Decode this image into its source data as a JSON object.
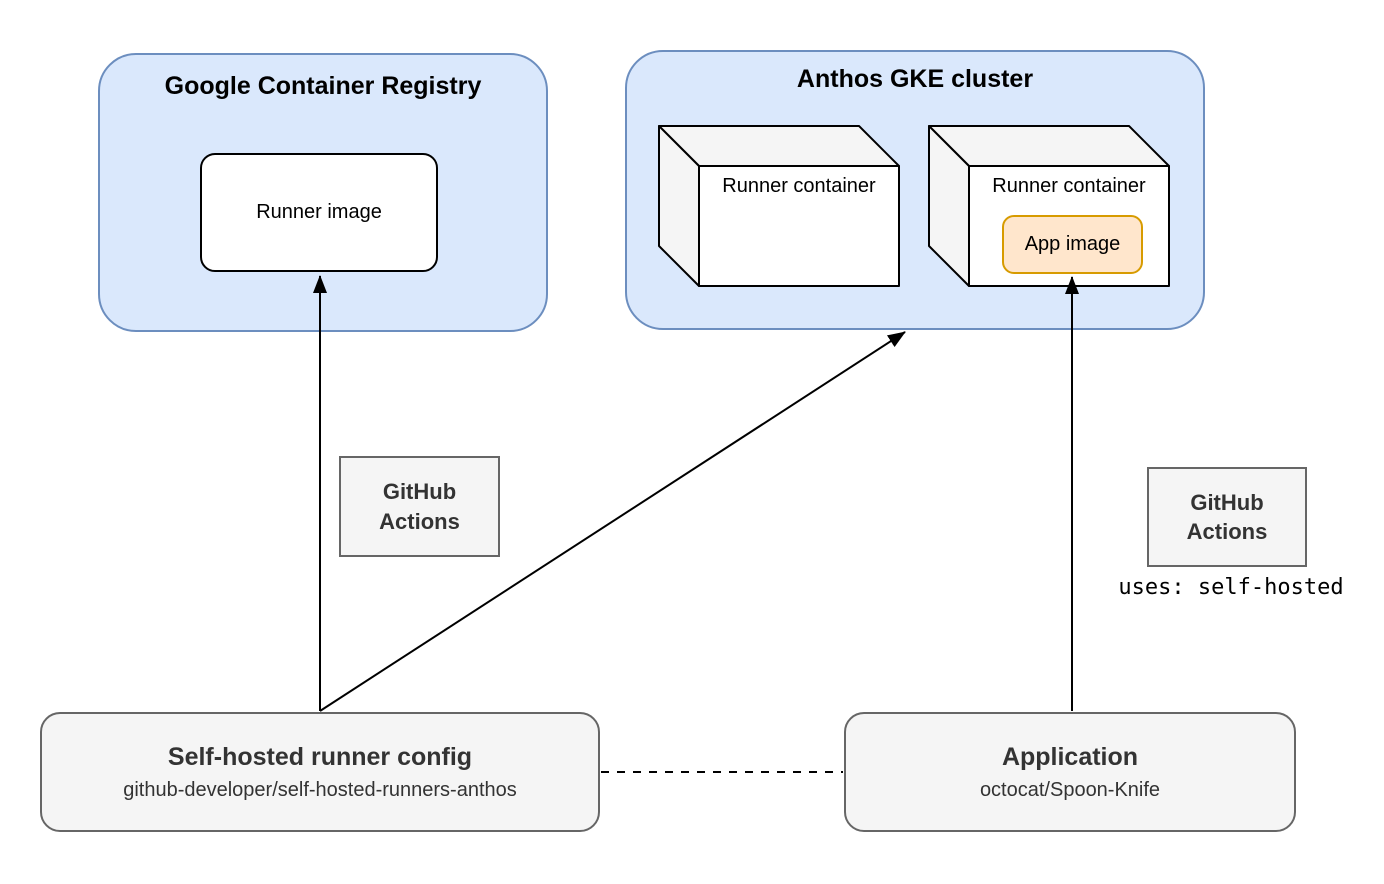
{
  "gcr": {
    "title": "Google Container Registry",
    "runner_image_label": "Runner image"
  },
  "gke": {
    "title": "Anthos GKE cluster",
    "containers": [
      {
        "label": "Runner container"
      },
      {
        "label": "Runner container",
        "app_image_label": "App image"
      }
    ]
  },
  "actions_left": {
    "lines": [
      "GitHub",
      "Actions"
    ]
  },
  "actions_right": {
    "lines": [
      "GitHub",
      "Actions"
    ],
    "caption": "uses: self-hosted"
  },
  "runner_config": {
    "title": "Self-hosted runner config",
    "repo": "github-developer/self-hosted-runners-anthos"
  },
  "application": {
    "title": "Application",
    "repo": "octocat/Spoon-Knife"
  },
  "colors": {
    "cluster_fill": "#dae8fc",
    "cluster_border": "#6c8ebf",
    "gray_fill": "#f5f5f5",
    "gray_border": "#666666",
    "app_image_fill": "#ffe6cc",
    "app_image_border": "#d79b00",
    "cube_face_fill": "#f5f5f5",
    "arrow": "#000000"
  }
}
